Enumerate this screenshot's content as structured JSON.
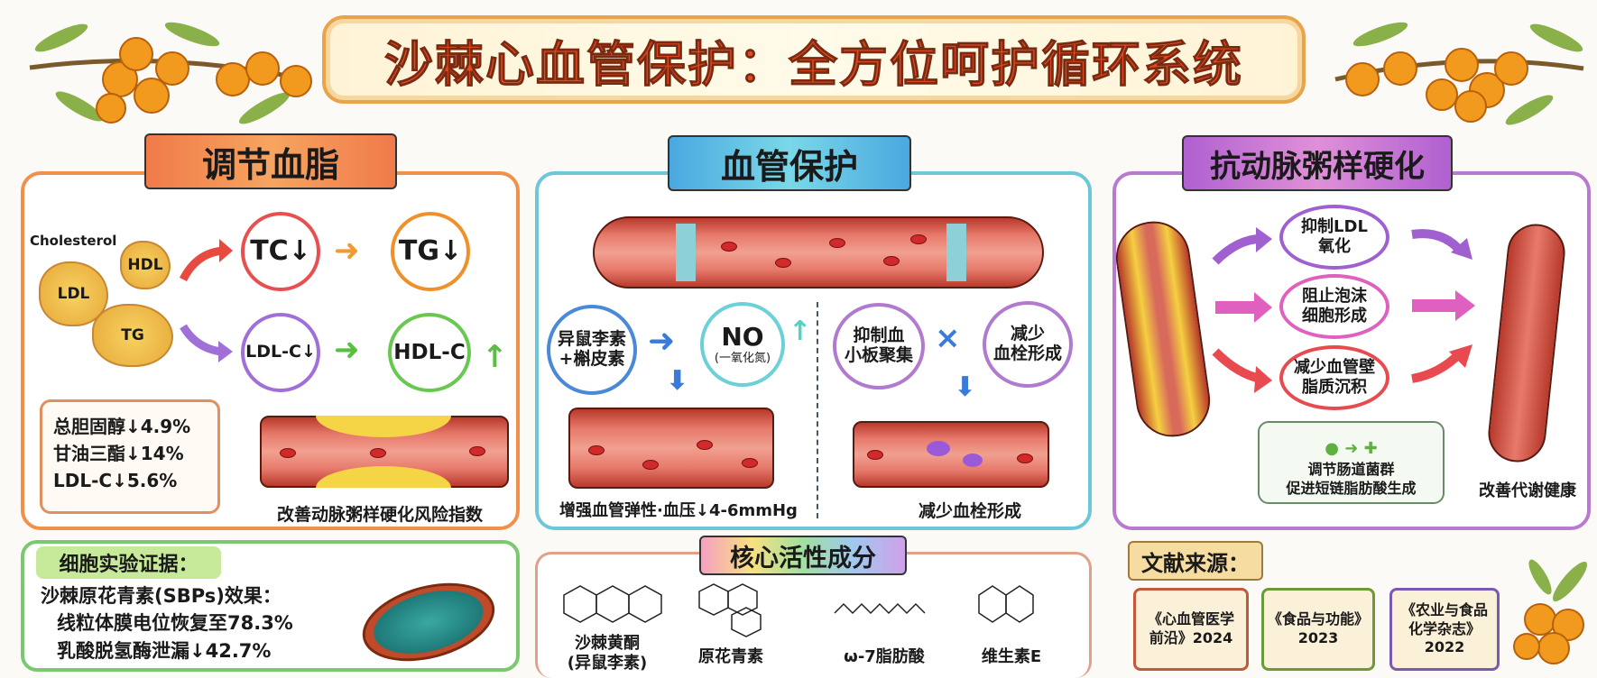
{
  "title": "沙棘心血管保护：全方位呵护循环系统",
  "lipid": {
    "heading": "调节血脂",
    "blob_labels": {
      "cholesterol": "Cholesterol",
      "hdl": "HDL",
      "ldl": "LDL",
      "tg": "TG"
    },
    "tc": "TC↓",
    "tg": "TG↓",
    "ldl_c": "LDL-C↓",
    "hdl_c": "HDL-C",
    "hdl_c_arrow": "↑",
    "stats": [
      "总胆固醇↓4.9%",
      "甘油三酯↓14%",
      "LDL-C↓5.6%"
    ],
    "caption": "改善动脉粥样硬化风险指数"
  },
  "vascular": {
    "heading": "血管保护",
    "compound": [
      "异鼠李素",
      "+槲皮素"
    ],
    "no_title": "NO",
    "no_sub": "(一氧化氮)",
    "no_arrow": "↑",
    "platelet": [
      "抑制血",
      "小板聚集"
    ],
    "cross": "×",
    "thrombus": [
      "减少",
      "血栓形成"
    ],
    "caption_left": "增强血管弹性·血压↓4-6mmHg",
    "caption_right": "减少血栓形成"
  },
  "athero": {
    "heading": "抗动脉粥样硬化",
    "items": [
      [
        "抑制LDL",
        "氧化"
      ],
      [
        "阻止泡沫",
        "细胞形成"
      ],
      [
        "减少血管壁",
        "脂质沉积"
      ]
    ],
    "gut": [
      "调节肠道菌群",
      "促进短链脂肪酸生成"
    ],
    "result": "改善代谢健康"
  },
  "cell": {
    "heading": "细胞实验证据：",
    "lines": [
      "沙棘原花青素(SBPs)效果：",
      "线粒体膜电位恢复至78.3%",
      "乳酸脱氢酶泄漏↓42.7%"
    ]
  },
  "compounds": {
    "heading": "核心活性成分",
    "items": [
      {
        "name": "沙棘黄酮",
        "sub": "(异鼠李素)"
      },
      {
        "name": "原花青素",
        "sub": ""
      },
      {
        "name": "ω-7脂肪酸",
        "sub": ""
      },
      {
        "name": "维生素E",
        "sub": ""
      }
    ]
  },
  "refs": {
    "heading": "文献来源：",
    "books": [
      {
        "title": [
          "《心血管医学",
          "前沿》2024"
        ]
      },
      {
        "title": [
          "《食品与功能》",
          "2023"
        ]
      },
      {
        "title": [
          "《农业与食品",
          "化学杂志》",
          "2022"
        ]
      }
    ]
  },
  "colors": {
    "lipid": "#f0904a",
    "vascular": "#6cc8d8",
    "athero": "#b77ad0",
    "cell": "#7cc870",
    "title": "#e04a24"
  }
}
